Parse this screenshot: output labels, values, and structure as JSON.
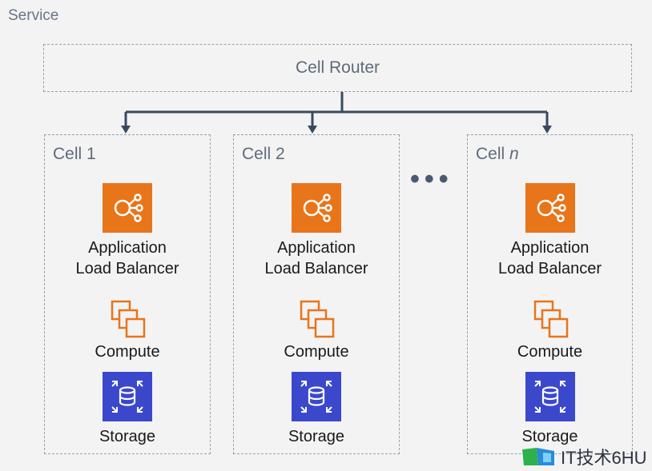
{
  "service_label": "Service",
  "router_label": "Cell Router",
  "ellipsis": "•••",
  "cells": [
    {
      "title": "Cell 1",
      "title_italic": "",
      "elb_label_line1": "Application",
      "elb_label_line2": "Load Balancer",
      "compute_label": "Compute",
      "storage_label": "Storage"
    },
    {
      "title": "Cell 2",
      "title_italic": "",
      "elb_label_line1": "Application",
      "elb_label_line2": "Load Balancer",
      "compute_label": "Compute",
      "storage_label": "Storage"
    },
    {
      "title": "Cell ",
      "title_italic": "n",
      "elb_label_line1": "Application",
      "elb_label_line2": "Load Balancer",
      "compute_label": "Compute",
      "storage_label": "Storage"
    }
  ],
  "watermark": "IT技术6HU",
  "colors": {
    "elb": "#e8751a",
    "storage": "#3b48cc",
    "connector": "#3a4a5e",
    "border": "#9aa0a8"
  },
  "icons": {
    "elb": "application-load-balancer-icon",
    "compute": "compute-instances-icon",
    "storage": "storage-database-icon"
  }
}
